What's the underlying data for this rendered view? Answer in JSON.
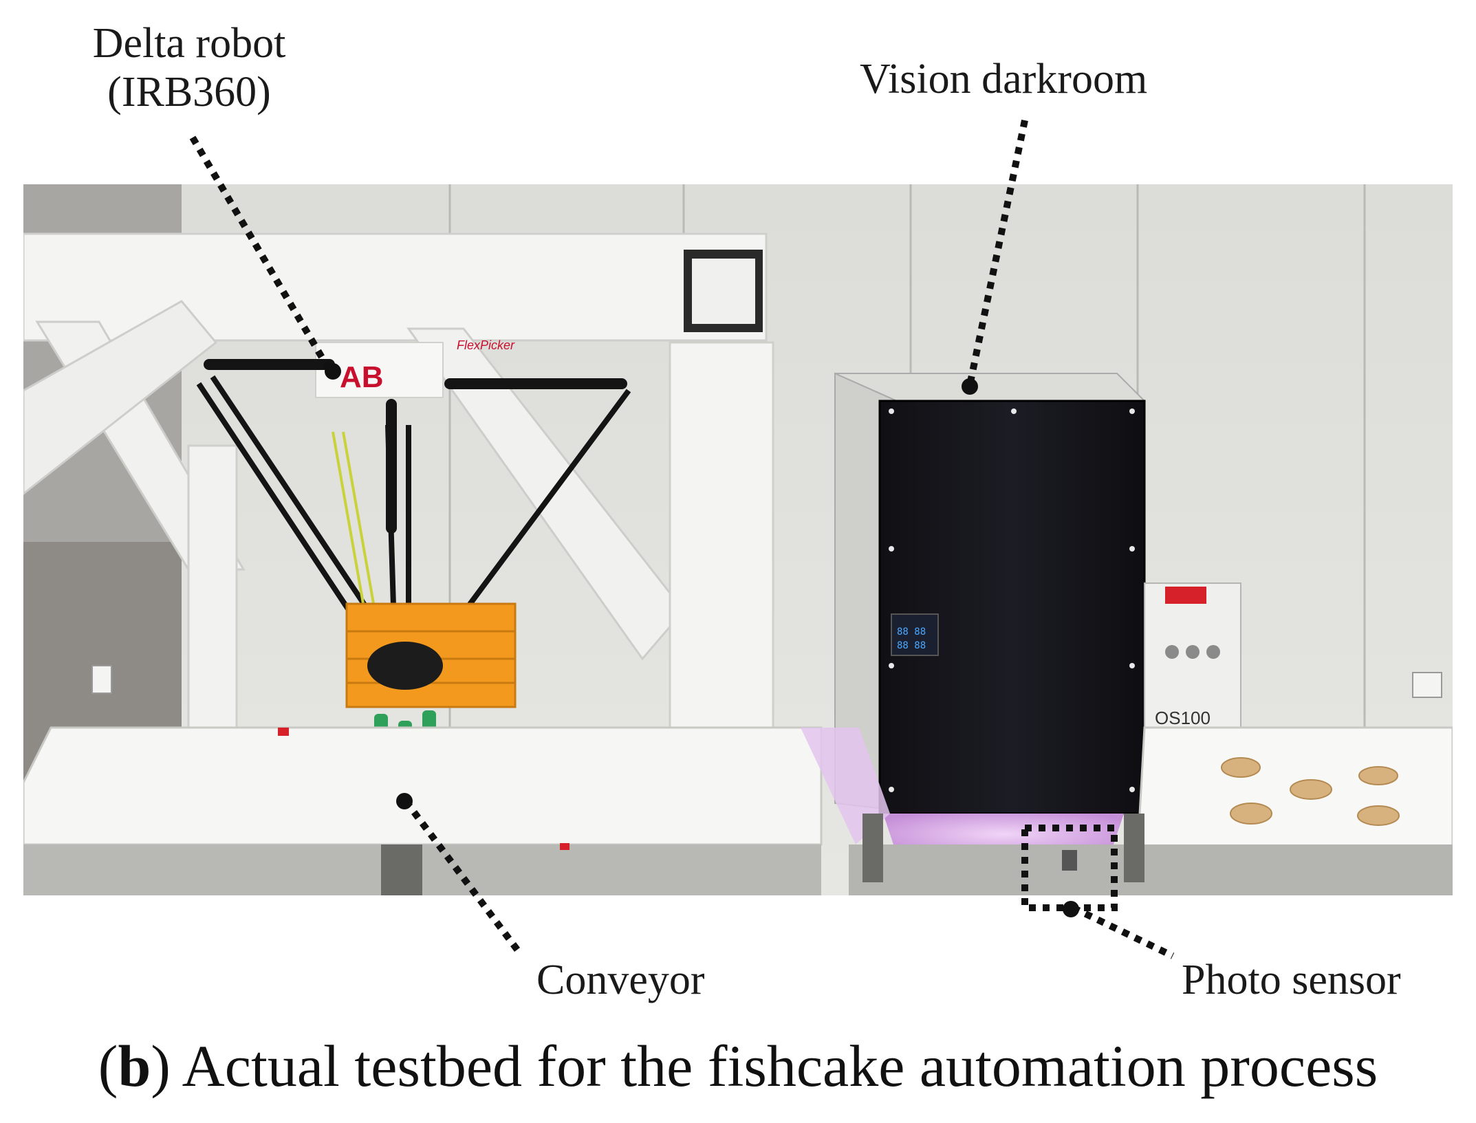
{
  "labels": {
    "delta_line1": "Delta robot",
    "delta_line2": "(IRB360)",
    "vision": "Vision darkroom",
    "conveyor": "Conveyor",
    "photo_sensor": "Photo sensor"
  },
  "caption": {
    "open_paren": "(",
    "letter": "b",
    "rest": ") Actual testbed for the fishcake automation process"
  },
  "photo": {
    "description_icon": "lab-photo-icon",
    "panel_text": "OS100",
    "brand_text": "FlexPicker"
  },
  "colors": {
    "leader": "#111111",
    "frame": "#f2f2f0",
    "darkroom": "#16161c",
    "crate": "#f39a1e",
    "fishcake": "#d8b27e",
    "glow": "#d9a8e6"
  }
}
